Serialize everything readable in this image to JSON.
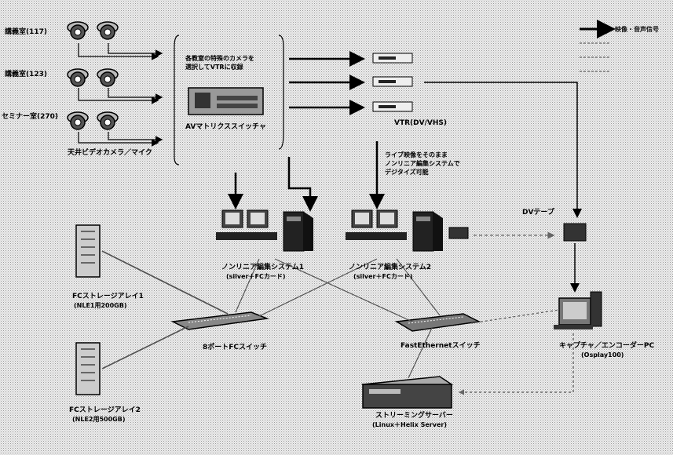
{
  "rooms": [
    "講義室(117)",
    "講義室(123)",
    "セミナー室(270)"
  ],
  "camera_caption": "天井ビデオカメラ／マイク",
  "matrix_note": [
    "各教室の特殊のカメラを",
    "選択してVTRに収録"
  ],
  "matrix_label": "AVマトリクススイッチャ",
  "vtr_label": "VTR(DV/VHS)",
  "live_note": [
    "ライブ映像をそのまま",
    "ノンリニア編集システムで",
    "デジタイズ可能"
  ],
  "dv_tape": "DVテープ",
  "nle1": [
    "ノンリニア編集システム1",
    "(silver＋FCカード)"
  ],
  "nle2": [
    "ノンリニア編集システム2",
    "(silver＋FCカード)"
  ],
  "fc1": [
    "FCストレージアレイ1",
    "(NLE1用200GB)"
  ],
  "fc2": [
    "FCストレージアレイ2",
    "(NLE2用500GB)"
  ],
  "fc_switch": "8ポートFCスイッチ",
  "ethernet_switch": "FastEthernetスイッチ",
  "encoder_pc": [
    "キャプチャ／エンコーダーPC",
    "(Osplay100)"
  ],
  "streaming_server": [
    "ストリーミングサーバー",
    "(Linux＋Helix Server)"
  ],
  "legend": {
    "video_audio": "映像・音声信号",
    "colors": {
      "thick": "#000000",
      "dotted": "#777777"
    }
  }
}
